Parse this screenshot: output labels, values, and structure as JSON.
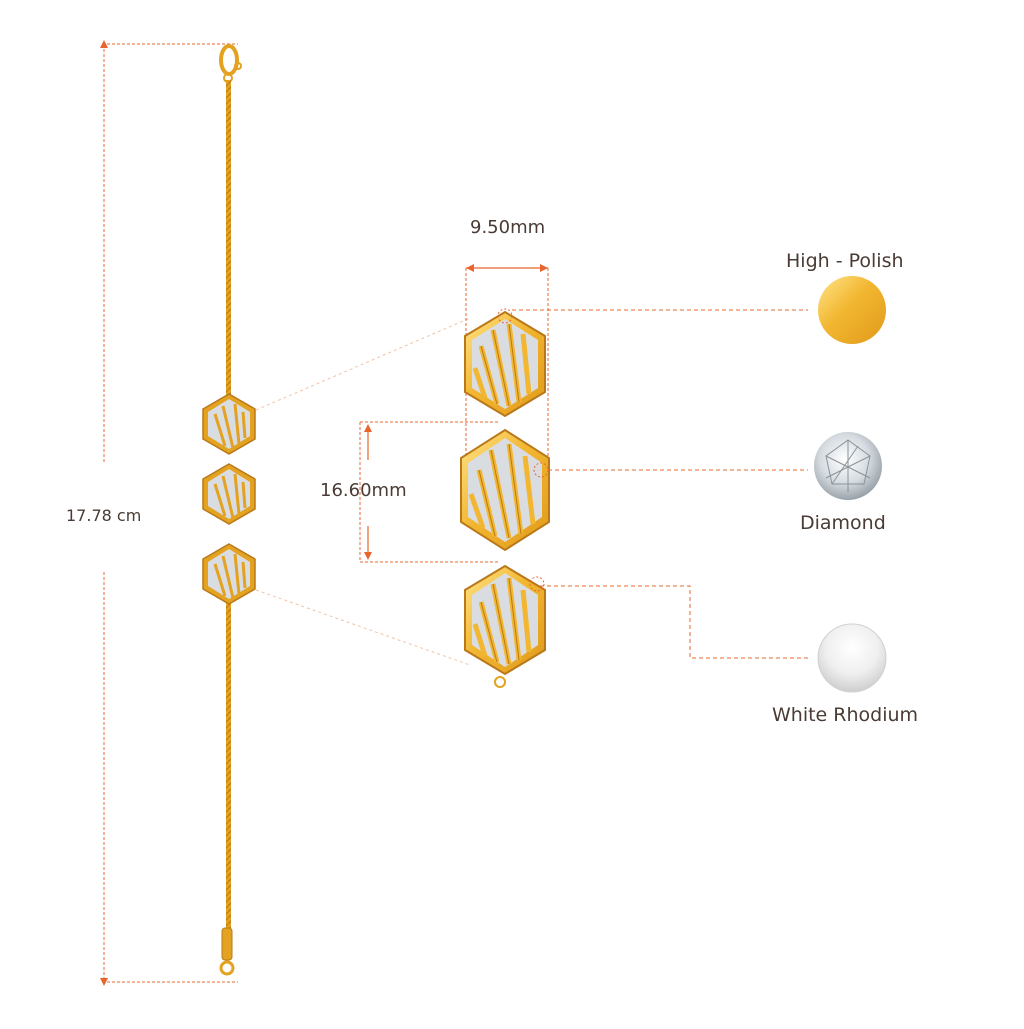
{
  "dimensions": {
    "bracelet_length": "17.78 cm",
    "charm_width": "9.50mm",
    "charm_height": "16.60mm"
  },
  "materials": [
    {
      "label": "High - Polish",
      "swatch": "gold-polish-swatch",
      "color": "#f2b630"
    },
    {
      "label": "Diamond",
      "swatch": "diamond-swatch",
      "color": "#e8ecef"
    },
    {
      "label": "White Rhodium",
      "swatch": "rhodium-swatch",
      "color": "#e6e6e6"
    }
  ],
  "colors": {
    "gold": "#e3a21f",
    "gold_dark": "#b9791a",
    "silver": "#d9dde2",
    "guide": "#e8662e"
  }
}
